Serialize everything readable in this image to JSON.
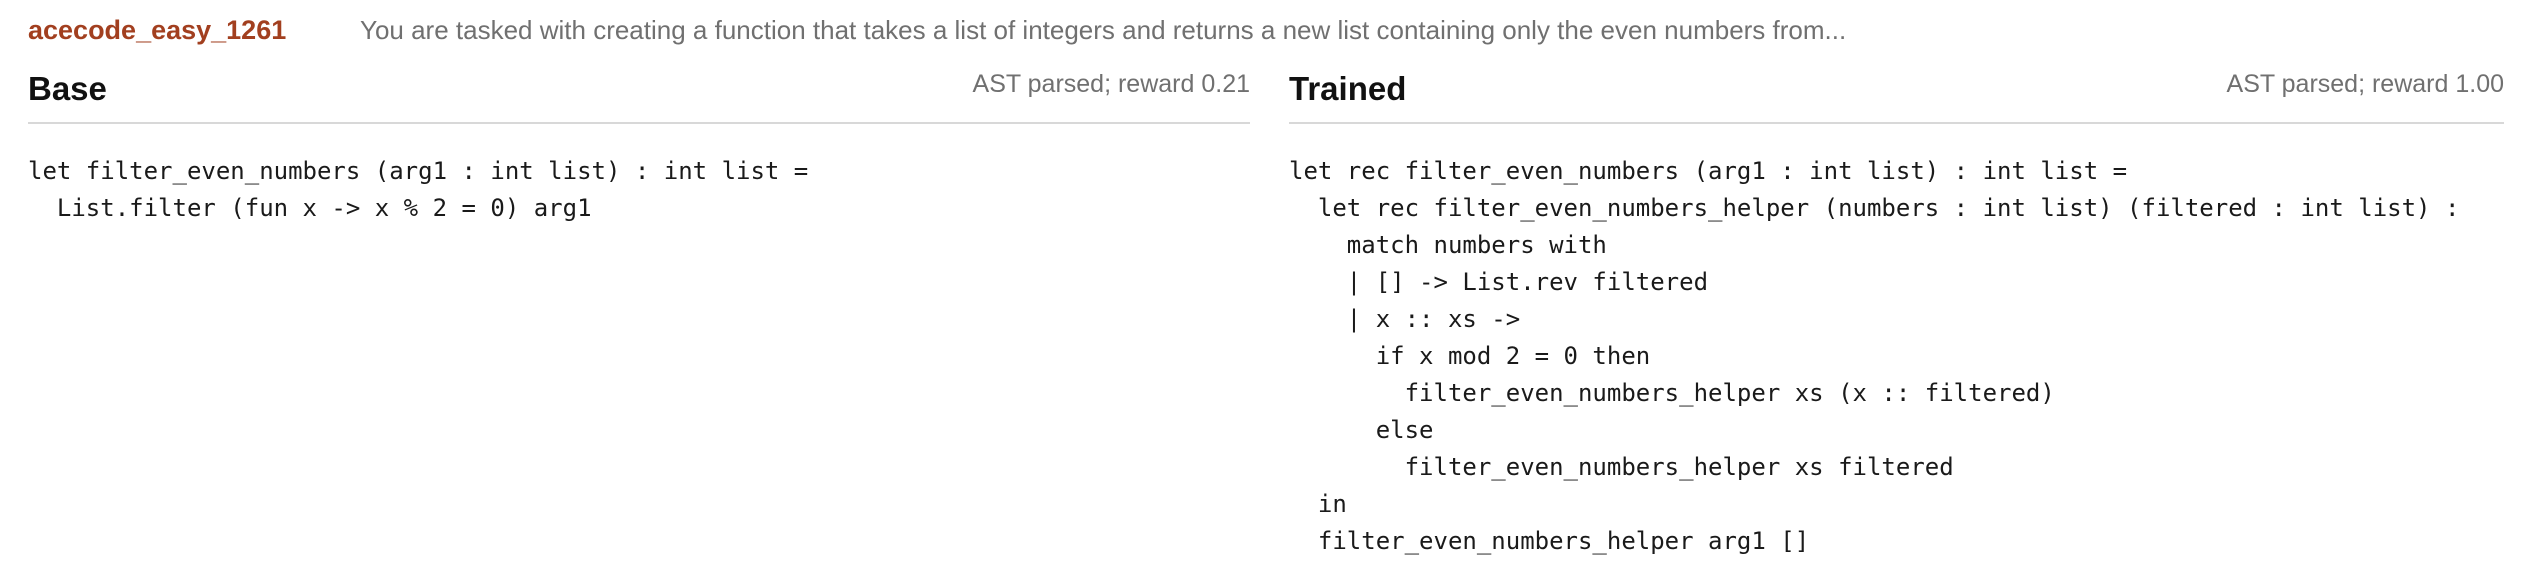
{
  "task": {
    "id": "acecode_easy_1261",
    "description": "You are tasked with creating a function that takes a list of integers and returns a new list containing only the even numbers from..."
  },
  "panels": {
    "base": {
      "title": "Base",
      "status": "AST parsed; reward 0.21",
      "code": "let filter_even_numbers (arg1 : int list) : int list =\n  List.filter (fun x -> x % 2 = 0) arg1"
    },
    "trained": {
      "title": "Trained",
      "status": "AST parsed; reward 1.00",
      "code": "let rec filter_even_numbers (arg1 : int list) : int list =\n  let rec filter_even_numbers_helper (numbers : int list) (filtered : int list) :\n    match numbers with\n    | [] -> List.rev filtered\n    | x :: xs ->\n      if x mod 2 = 0 then\n        filter_even_numbers_helper xs (x :: filtered)\n      else\n        filter_even_numbers_helper xs filtered\n  in\n  filter_even_numbers_helper arg1 []"
    }
  }
}
